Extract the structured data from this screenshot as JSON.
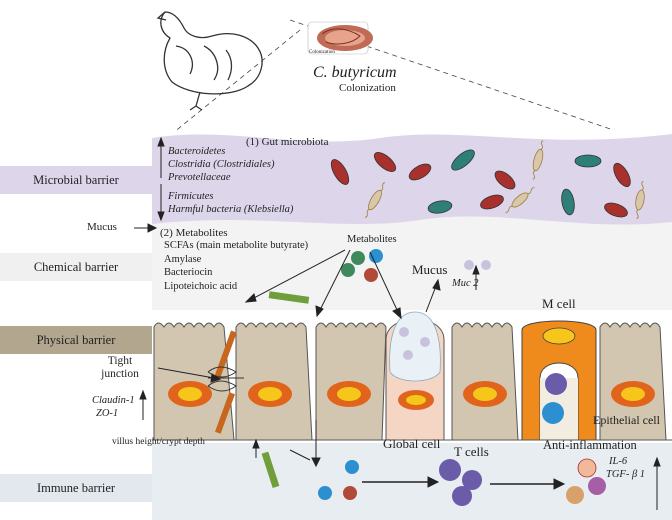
{
  "organism": {
    "name": "C. butyricum",
    "subtitle": "Colonization",
    "inset_label": "Colonization"
  },
  "barriers": [
    {
      "key": "microbial",
      "label": "Microbial barrier",
      "color": "#ddd6ea"
    },
    {
      "key": "chemical",
      "label": "Chemical barrier",
      "color": "#f0f0f0"
    },
    {
      "key": "physical",
      "label": "Physical barrier",
      "color": "#b3a68f"
    },
    {
      "key": "immune",
      "label": "Immune barrier",
      "color": "#e2e8ee"
    }
  ],
  "mucus_label": "Mucus",
  "gut_microbiota": {
    "heading": "(1) Gut microbiota",
    "increased": [
      "Bacteroidetes",
      "Clostridia (Clostridiales)",
      "Prevotellaceae"
    ],
    "decreased": [
      "Firmicutes",
      "Harmful bacteria (Klebsiella)"
    ]
  },
  "metabolites": {
    "heading": "(2) Metabolites",
    "items": [
      "SCFAs (main metabolite butyrate)",
      "Amylase",
      "Bacteriocin",
      "Lipoteichoic acid"
    ]
  },
  "labels": {
    "metabolites": "Metabolites",
    "mucus": "Mucus",
    "muc2": "Muc 2",
    "m_cell": "M cell",
    "tight_junction": "Tight junction",
    "claudin": "Claudin-1",
    "zo1": "ZO-1",
    "villus": "villus height/crypt depth",
    "global_cell": "Global cell",
    "t_cells": "T cells",
    "epithelial_cell": "Epithelial cell",
    "anti_inflammation": "Anti-inflammation",
    "il6": "IL-6",
    "tgf": "TGF- β 1"
  },
  "colors": {
    "microbiota_band": "#ddd6ea",
    "cell_fill": "#d2c6b1",
    "nucleus_outer": "#e0641c",
    "nucleus_inner": "#f6c71a",
    "m_cell": "#ef8a1c",
    "goblet": "#f5d6c4",
    "junction_rod": "#c8661e",
    "green_rod": "#6f9e3b",
    "bacteria_red": "#a8302d",
    "bacteria_teal": "#2d7f78"
  }
}
